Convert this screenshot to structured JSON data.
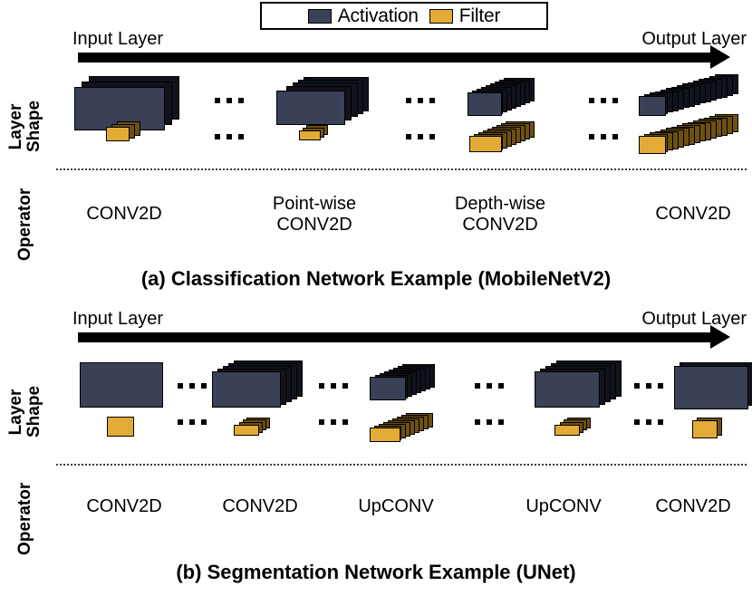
{
  "legend": {
    "items": [
      {
        "label": "Activation",
        "color": "#3a4055",
        "icon": "activation-swatch"
      },
      {
        "label": "Filter",
        "color": "#e3ab36",
        "icon": "filter-swatch"
      }
    ]
  },
  "panels": [
    {
      "id": "a",
      "caption": "(a) Classification Network Example (MobileNetV2)",
      "flow": {
        "input_label": "Input Layer",
        "output_label": "Output Layer"
      },
      "row_labels": {
        "shape": "Layer\nShape",
        "operator": "Operator"
      },
      "operators": [
        "CONV2D",
        "Point-wise\nCONV2D",
        "Depth-wise\nCONV2D",
        "CONV2D"
      ],
      "ellipsis": "..."
    },
    {
      "id": "b",
      "caption": "(b) Segmentation Network Example (UNet)",
      "flow": {
        "input_label": "Input Layer",
        "output_label": "Output Layer"
      },
      "row_labels": {
        "shape": "Layer\nShape",
        "operator": "Operator"
      },
      "operators": [
        "CONV2D",
        "CONV2D",
        "UpCONV",
        "UpCONV",
        "CONV2D"
      ],
      "ellipsis": "..."
    }
  ],
  "colors": {
    "activation": "#3a4055",
    "activation_shadow": "#11131c",
    "filter": "#e3ab36",
    "filter_shadow": "#6d5012",
    "outline": "#000000",
    "background": "#ffffff",
    "divider": "#3b3b3b"
  }
}
